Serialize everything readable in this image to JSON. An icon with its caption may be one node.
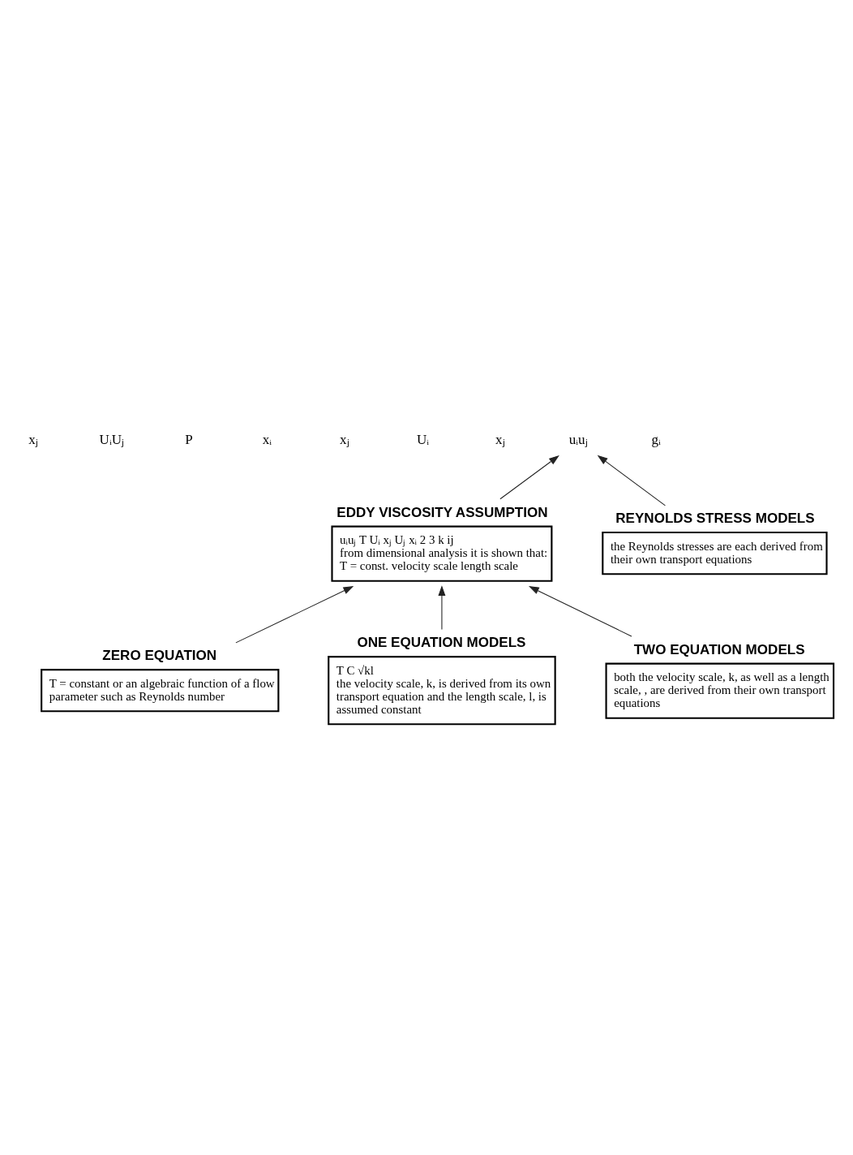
{
  "diagram": {
    "nodes": [
      {
        "text": [
          "uᵢuⱼ"
        ]
      },
      {
        "text": [
          "EDDY VISCOSITY ASSUMPTION",
          "uᵢuⱼ T Uᵢ xⱼ Uⱼ xᵢ 2 3 k ij",
          "from dimensional analysis it is shown that:",
          "T = const. velocity scale length scale"
        ]
      },
      {
        "text": [
          "REYNOLDS STRESS MODELS",
          "the Reynolds stresses are each derived from their own transport equations"
        ]
      },
      {
        "text": [
          "ZERO EQUATION",
          "T = constant or an algebraic function of a flow parameter such as Reynolds number"
        ]
      },
      {
        "text": [
          "ONE EQUATION MODELS",
          "T C √kl",
          "the velocity scale, k, is derived from its own transport equation and the length scale, l, is assumed constant"
        ]
      },
      {
        "text": [
          "TWO EQUATION MODELS",
          "both the velocity scale, k, as well as a length scale, , are derived from their own transport equations"
        ]
      }
    ],
    "edges": [
      {
        "from": 1,
        "to": 0,
        "arrow": "to"
      },
      {
        "from": 2,
        "to": 0,
        "arrow": "to"
      },
      {
        "from": 3,
        "to": 1,
        "arrow": "to"
      },
      {
        "from": 4,
        "to": 1,
        "arrow": "to"
      },
      {
        "from": 5,
        "to": 1,
        "arrow": "to"
      }
    ],
    "labels": [
      "xⱼ",
      "UᵢUⱼ",
      "P",
      "xᵢ",
      "xⱼ",
      "Uᵢ",
      "xⱼ",
      "gᵢ"
    ]
  }
}
